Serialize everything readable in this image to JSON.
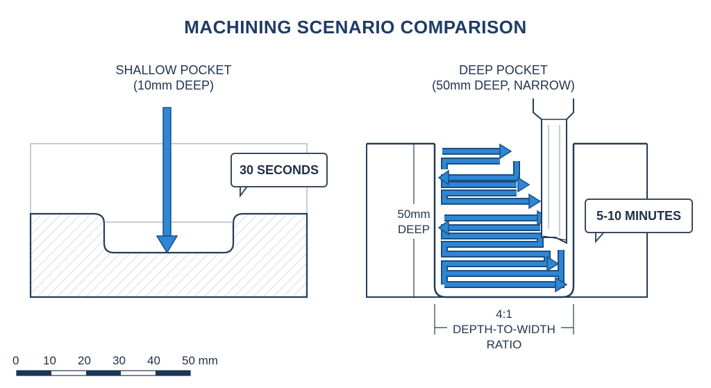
{
  "title": "MACHINING SCENARIO COMPARISON",
  "left": {
    "title": "SHALLOW POCKET",
    "subtitle": "(10mm DEEP)",
    "time": "30 SECONDS"
  },
  "right": {
    "title": "DEEP POCKET",
    "subtitle": "(50mm DEEP, NARROW)",
    "time": "5-10 MINUTES",
    "depth_line1": "50mm",
    "depth_line2": "DEEP",
    "ratio_line1": "4:1",
    "ratio_line2": "DEPTH-TO-WIDTH",
    "ratio_line3": "RATIO"
  },
  "scale": {
    "labels": [
      "0",
      "10",
      "20",
      "30",
      "40",
      "50 mm"
    ]
  },
  "colors": {
    "toolpath": "#2e86d4",
    "outline": "#243b55",
    "title": "#1d3b66"
  }
}
